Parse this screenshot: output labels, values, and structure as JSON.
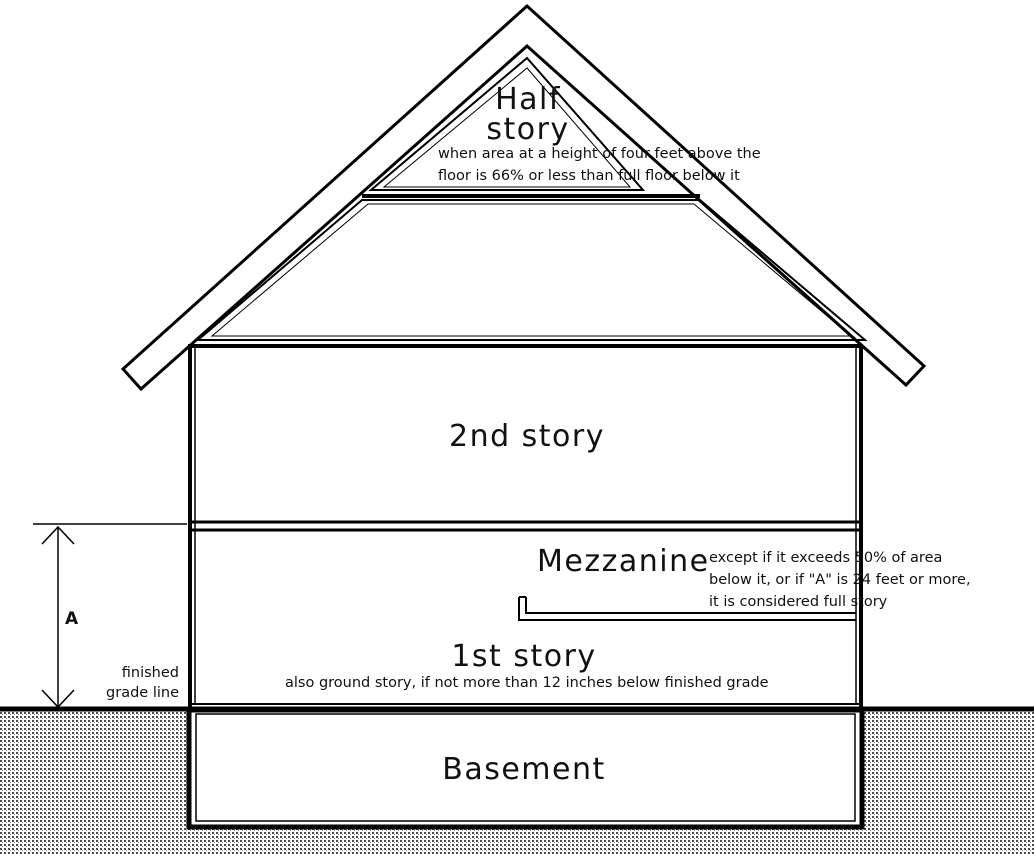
{
  "labels": {
    "half_story_line1": "Half",
    "half_story_line2": "story",
    "half_story_note_line1": "when area at a height of four feet above the",
    "half_story_note_line2": "floor is 66% or less than full floor below it",
    "second_story": "2nd story",
    "mezzanine": "Mezzanine",
    "mezzanine_note_line1": "except if it exceeds 50% of area",
    "mezzanine_note_line2": "below it, or if \"A\" is 24 feet or more,",
    "mezzanine_note_line3": "it is considered full story",
    "first_story": "1st story",
    "first_story_note": "also ground story, if not more than 12 inches below finished grade",
    "dimension_a": "A",
    "grade_line_1": "finished",
    "grade_line_2": "grade line",
    "basement": "Basement"
  }
}
